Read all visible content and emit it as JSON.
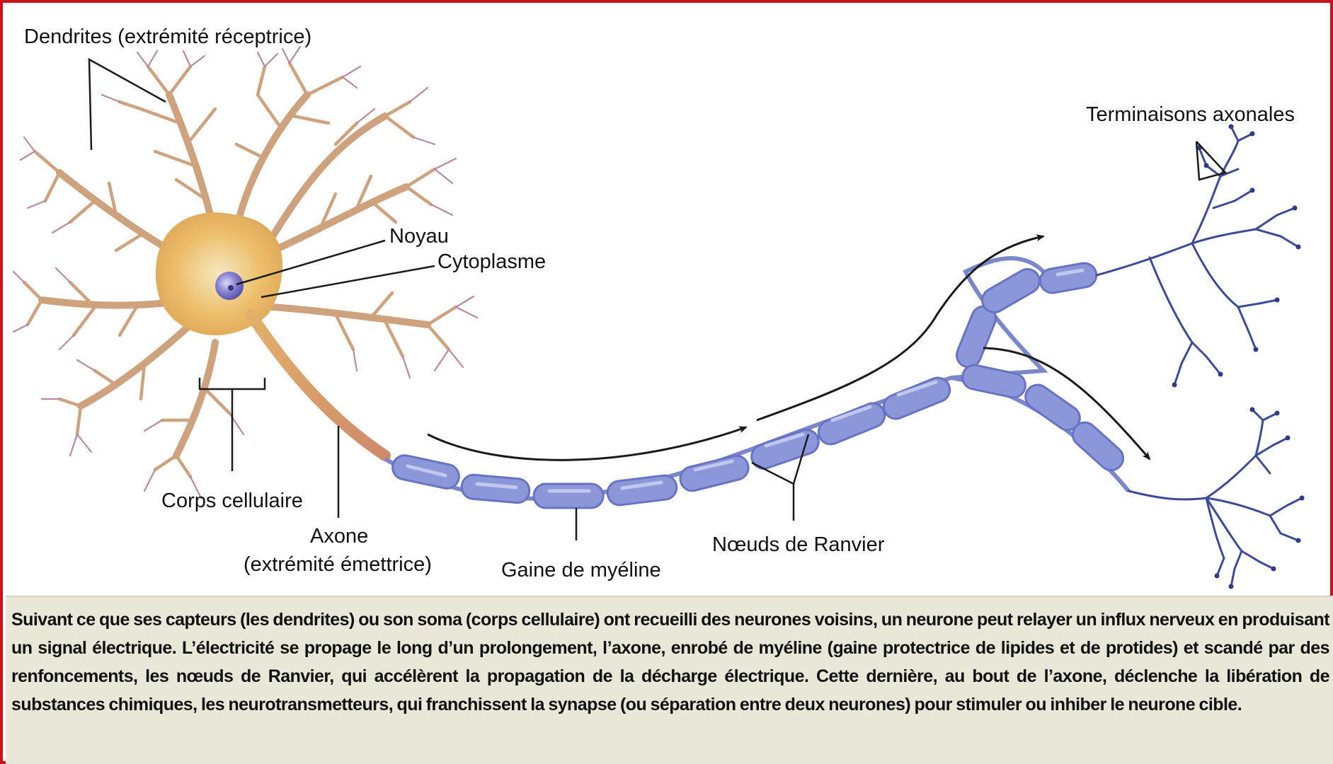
{
  "labels": {
    "dendrites": "Dendrites (extrémité réceptrice)",
    "noyau": "Noyau",
    "cytoplasme": "Cytoplasme",
    "corps_cellulaire": "Corps cellulaire",
    "axone_line1": "Axone",
    "axone_line2": "(extrémité émettrice)",
    "gaine": "Gaine de myéline",
    "noeuds": "Nœuds de Ranvier",
    "terminaisons": "Terminaisons axonales"
  },
  "caption": "Suivant ce que ses capteurs (les dendrites) ou son soma (corps cellulaire) ont recueilli des neurones voisins, un neurone peut relayer un influx nerveux en produisant un signal électrique. L’électricité se propage le long d’un prolongement, l’axone, enrobé de myéline (gaine protectrice de lipides et de protides) et scandé par des renfoncements, les nœuds de Ranvier, qui accélèrent la propagation de la décharge électrique. Cette dernière, au bout de l’axone, déclenche la libération de substances chimiques, les neurotransmetteurs, qui franchissent la synapse (ou séparation entre deux neurones) pour stimuler ou inhiber le neurone cible.",
  "colors": {
    "frame": "#c8121c",
    "soma": "#e9b25a",
    "dendrite": "#d4a07c",
    "myelin": "#8c97d9",
    "terminal": "#3d4a9a",
    "nucleus": "#6b62b8",
    "caption_bg": "#e9e7d8"
  }
}
